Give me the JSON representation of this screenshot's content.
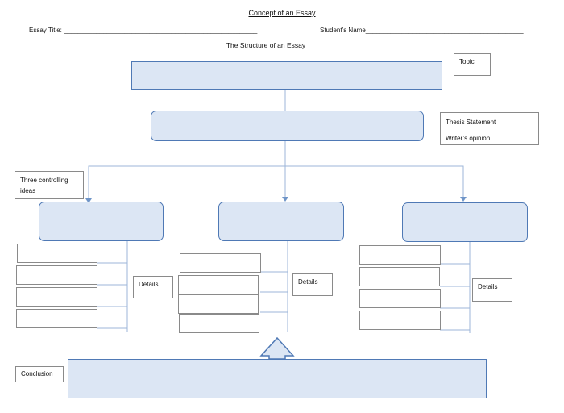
{
  "header": {
    "title": "Concept of an Essay",
    "essay_title_label": "Essay Title: ______________________________________________________",
    "student_name_label": "Student’s Name____________________________________________",
    "subtitle": "The Structure of an Essay"
  },
  "labels": {
    "topic": "Topic",
    "thesis_line1": "Thesis Statement",
    "thesis_line2": "Writer’s opinion",
    "controlling_line1": "Three controlling",
    "controlling_line2": "ideas",
    "details_left": "Details",
    "details_middle": "Details",
    "details_right": "Details",
    "conclusion": "Conclusion"
  },
  "colors": {
    "box_fill": "#dce6f4",
    "box_border": "#4f79b5",
    "connector": "#9cb6d8"
  }
}
